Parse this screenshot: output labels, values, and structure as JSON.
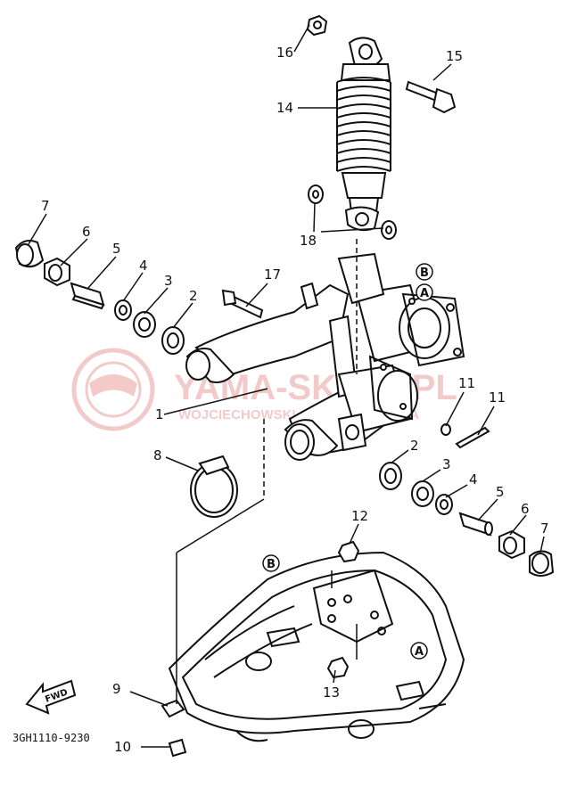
{
  "part_numbers": [
    {
      "id": "n1",
      "label": "1"
    },
    {
      "id": "n2a",
      "label": "2"
    },
    {
      "id": "n2b",
      "label": "2"
    },
    {
      "id": "n3a",
      "label": "3"
    },
    {
      "id": "n3b",
      "label": "3"
    },
    {
      "id": "n4a",
      "label": "4"
    },
    {
      "id": "n4b",
      "label": "4"
    },
    {
      "id": "n5a",
      "label": "5"
    },
    {
      "id": "n5b",
      "label": "5"
    },
    {
      "id": "n6a",
      "label": "6"
    },
    {
      "id": "n6b",
      "label": "6"
    },
    {
      "id": "n7a",
      "label": "7"
    },
    {
      "id": "n7b",
      "label": "7"
    },
    {
      "id": "n8",
      "label": "8"
    },
    {
      "id": "n9",
      "label": "9"
    },
    {
      "id": "n10",
      "label": "10"
    },
    {
      "id": "n11a",
      "label": "11"
    },
    {
      "id": "n11b",
      "label": "11"
    },
    {
      "id": "n12",
      "label": "12"
    },
    {
      "id": "n13",
      "label": "13"
    },
    {
      "id": "n14",
      "label": "14"
    },
    {
      "id": "n15",
      "label": "15"
    },
    {
      "id": "n16",
      "label": "16"
    },
    {
      "id": "n17",
      "label": "17"
    },
    {
      "id": "n18",
      "label": "18"
    }
  ],
  "reference_marks": {
    "a": "A",
    "b": "B"
  },
  "direction_badge": "FWD",
  "diagram_code": "3GH1110-9230",
  "watermark": {
    "title": "YAMA-SKLEP.PL",
    "subtitle": "WOJCIECHOWSKI, DEALER YAMAHA"
  },
  "colors": {
    "line": "#111111",
    "watermark": "#e8a0a0"
  }
}
